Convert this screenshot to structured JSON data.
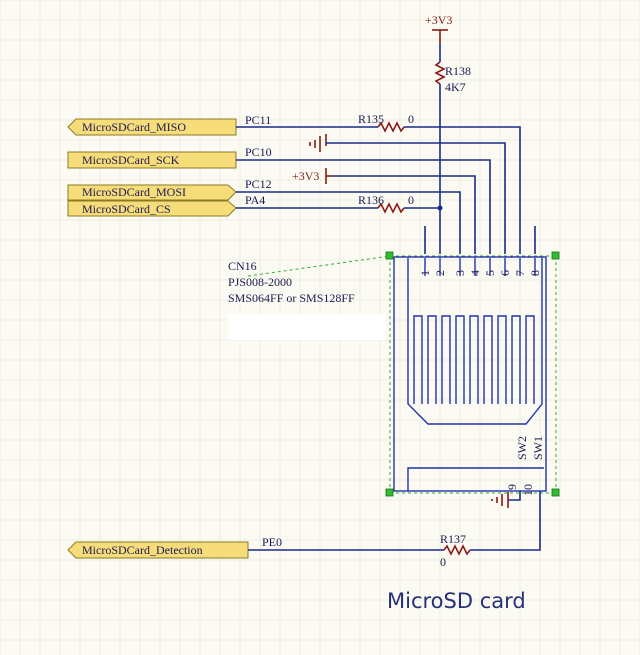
{
  "power": {
    "top_label": "+3V3",
    "mid_label": "+3V3"
  },
  "ports": {
    "miso": "MicroSDCard_MISO",
    "sck": "MicroSDCard_SCK",
    "mosi": "MicroSDCard_MOSI",
    "cs": "MicroSDCard_CS",
    "detect": "MicroSDCard_Detection"
  },
  "nets": {
    "pc11": "PC11",
    "pc10": "PC10",
    "pc12": "PC12",
    "pa4": "PA4",
    "pe0": "PE0"
  },
  "resistors": {
    "r138": {
      "ref": "R138",
      "value": "4K7"
    },
    "r135": {
      "ref": "R135",
      "value": "0"
    },
    "r136": {
      "ref": "R136",
      "value": "0"
    },
    "r137": {
      "ref": "R137",
      "value": "0"
    }
  },
  "connector": {
    "ref": "CN16",
    "part": "PJS008-2000",
    "alt": "SMS064FF or SMS128FF",
    "pins": [
      "1",
      "2",
      "3",
      "4",
      "5",
      "6",
      "7",
      "8"
    ],
    "sw2": "SW2",
    "sw1": "SW1",
    "pin9": "9",
    "pin10": "10"
  },
  "caption": "MicroSD card",
  "colors": {
    "wire": "#1a2a88",
    "power": "#8a1a1a",
    "port_fill": "#f7dc7a",
    "selection": "#33bb33",
    "background": "#fbfbf4"
  }
}
